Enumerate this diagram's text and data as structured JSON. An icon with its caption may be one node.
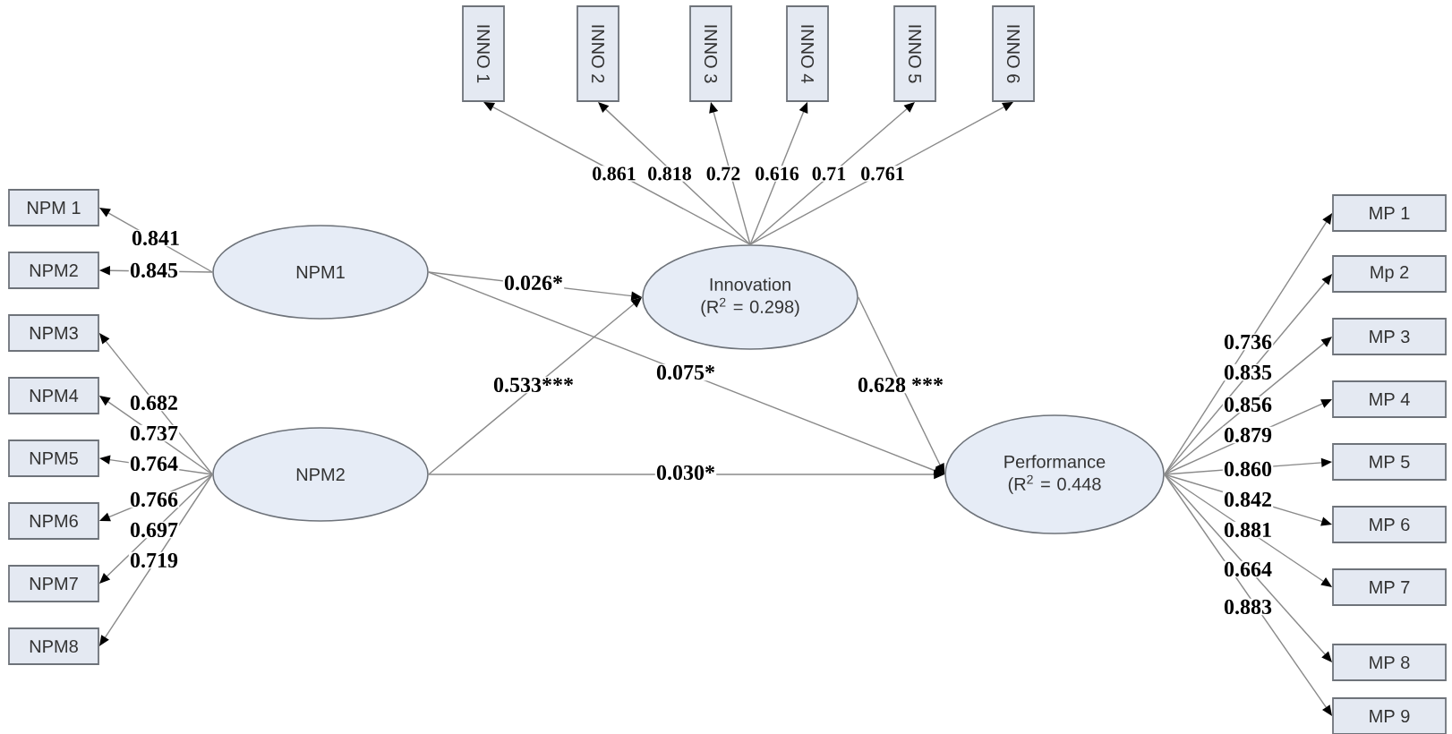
{
  "diagram": {
    "nodes": [
      {
        "text": [
          "INNO 1"
        ]
      },
      {
        "text": [
          "INNO 2"
        ]
      },
      {
        "text": [
          "INNO 3"
        ]
      },
      {
        "text": [
          "INNO 4"
        ]
      },
      {
        "text": [
          "INNO 5"
        ]
      },
      {
        "text": [
          "INNO 6"
        ]
      },
      {
        "text": [
          "NPM 1"
        ]
      },
      {
        "text": [
          "NPM2"
        ]
      },
      {
        "text": [
          "NPM3"
        ]
      },
      {
        "text": [
          "NPM4"
        ]
      },
      {
        "text": [
          "NPM5"
        ]
      },
      {
        "text": [
          "NPM6"
        ]
      },
      {
        "text": [
          "NPM7"
        ]
      },
      {
        "text": [
          "NPM8"
        ]
      },
      {
        "text": [
          "NPM1"
        ]
      },
      {
        "text": [
          "NPM2"
        ]
      },
      {
        "text": [
          "Innovation (R$^{2}$ = 0.298)"
        ]
      },
      {
        "text": [
          "Performance (R$^{2}$ = 0.448"
        ]
      },
      {
        "text": [
          "MP 1"
        ]
      },
      {
        "text": [
          "Mp 2"
        ]
      },
      {
        "text": [
          "MP 3"
        ]
      },
      {
        "text": [
          "MP 4"
        ]
      },
      {
        "text": [
          "MP 5"
        ]
      },
      {
        "text": [
          "MP 6"
        ]
      },
      {
        "text": [
          "MP 7"
        ]
      },
      {
        "text": [
          "MP 8"
        ]
      },
      {
        "text": [
          "MP 9"
        ]
      }
    ],
    "edges": [
      {
        "from": 14,
        "to": 16,
        "arrow": "to",
        "label": "0.026*"
      },
      {
        "from": 14,
        "to": 17,
        "arrow": "to",
        "label": "0.075*"
      },
      {
        "from": 15,
        "to": 16,
        "arrow": "to",
        "label": "0.533***"
      },
      {
        "from": 15,
        "to": 17,
        "arrow": "to",
        "label": "0.030*"
      },
      {
        "from": 16,
        "to": 17,
        "arrow": "to",
        "label": "0.628 ***"
      },
      {
        "from": 16,
        "to": 0,
        "arrow": "to",
        "label": "0.861"
      },
      {
        "from": 16,
        "to": 1,
        "arrow": "to",
        "label": "0.818"
      },
      {
        "from": 16,
        "to": 2,
        "arrow": "to",
        "label": "0.72"
      },
      {
        "from": 16,
        "to": 3,
        "arrow": "to",
        "label": "0.616"
      },
      {
        "from": 16,
        "to": 4,
        "arrow": "to",
        "label": "0.71"
      },
      {
        "from": 16,
        "to": 5,
        "arrow": "to",
        "label": "0.761"
      },
      {
        "from": 14,
        "to": 6,
        "arrow": "to",
        "label": "0.841"
      },
      {
        "from": 14,
        "to": 7,
        "arrow": "to",
        "label": "0.845"
      },
      {
        "from": 15,
        "to": 8,
        "arrow": "to",
        "label": "0.682"
      },
      {
        "from": 15,
        "to": 9,
        "arrow": "to",
        "label": "0.737"
      },
      {
        "from": 15,
        "to": 10,
        "arrow": "to",
        "label": "0.764"
      },
      {
        "from": 15,
        "to": 11,
        "arrow": "to",
        "label": "0.766"
      },
      {
        "from": 15,
        "to": 12,
        "arrow": "to",
        "label": "0.697"
      },
      {
        "from": 15,
        "to": 13,
        "arrow": "to",
        "label": "0.719"
      },
      {
        "from": 17,
        "to": 18,
        "arrow": "to",
        "label": "0.736"
      },
      {
        "from": 17,
        "to": 19,
        "arrow": "to",
        "label": "0.835"
      },
      {
        "from": 17,
        "to": 20,
        "arrow": "to",
        "label": "0.856"
      },
      {
        "from": 17,
        "to": 21,
        "arrow": "to",
        "label": "0.879"
      },
      {
        "from": 17,
        "to": 22,
        "arrow": "to",
        "label": "0.860"
      },
      {
        "from": 17,
        "to": 23,
        "arrow": "to",
        "label": "0.842"
      },
      {
        "from": 17,
        "to": 24,
        "arrow": "to",
        "label": "0.881"
      },
      {
        "from": 17,
        "to": 25,
        "arrow": "to",
        "label": "0.664"
      },
      {
        "from": 17,
        "to": 26,
        "arrow": "to",
        "label": "0.883"
      }
    ]
  }
}
